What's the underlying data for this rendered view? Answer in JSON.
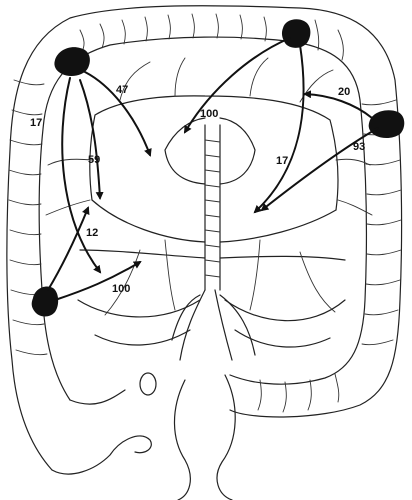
{
  "diagram": {
    "labels": [
      {
        "id": "l47",
        "text": "47"
      },
      {
        "id": "l17a",
        "text": "17"
      },
      {
        "id": "l59",
        "text": "59"
      },
      {
        "id": "l12",
        "text": "12"
      },
      {
        "id": "l100a",
        "text": "100"
      },
      {
        "id": "l100b",
        "text": "100"
      },
      {
        "id": "l20",
        "text": "20"
      },
      {
        "id": "l93",
        "text": "93"
      },
      {
        "id": "l17b",
        "text": "17"
      }
    ],
    "colors": {
      "ink": "#222222",
      "background": "#ffffff",
      "tumor": "#111111"
    }
  }
}
